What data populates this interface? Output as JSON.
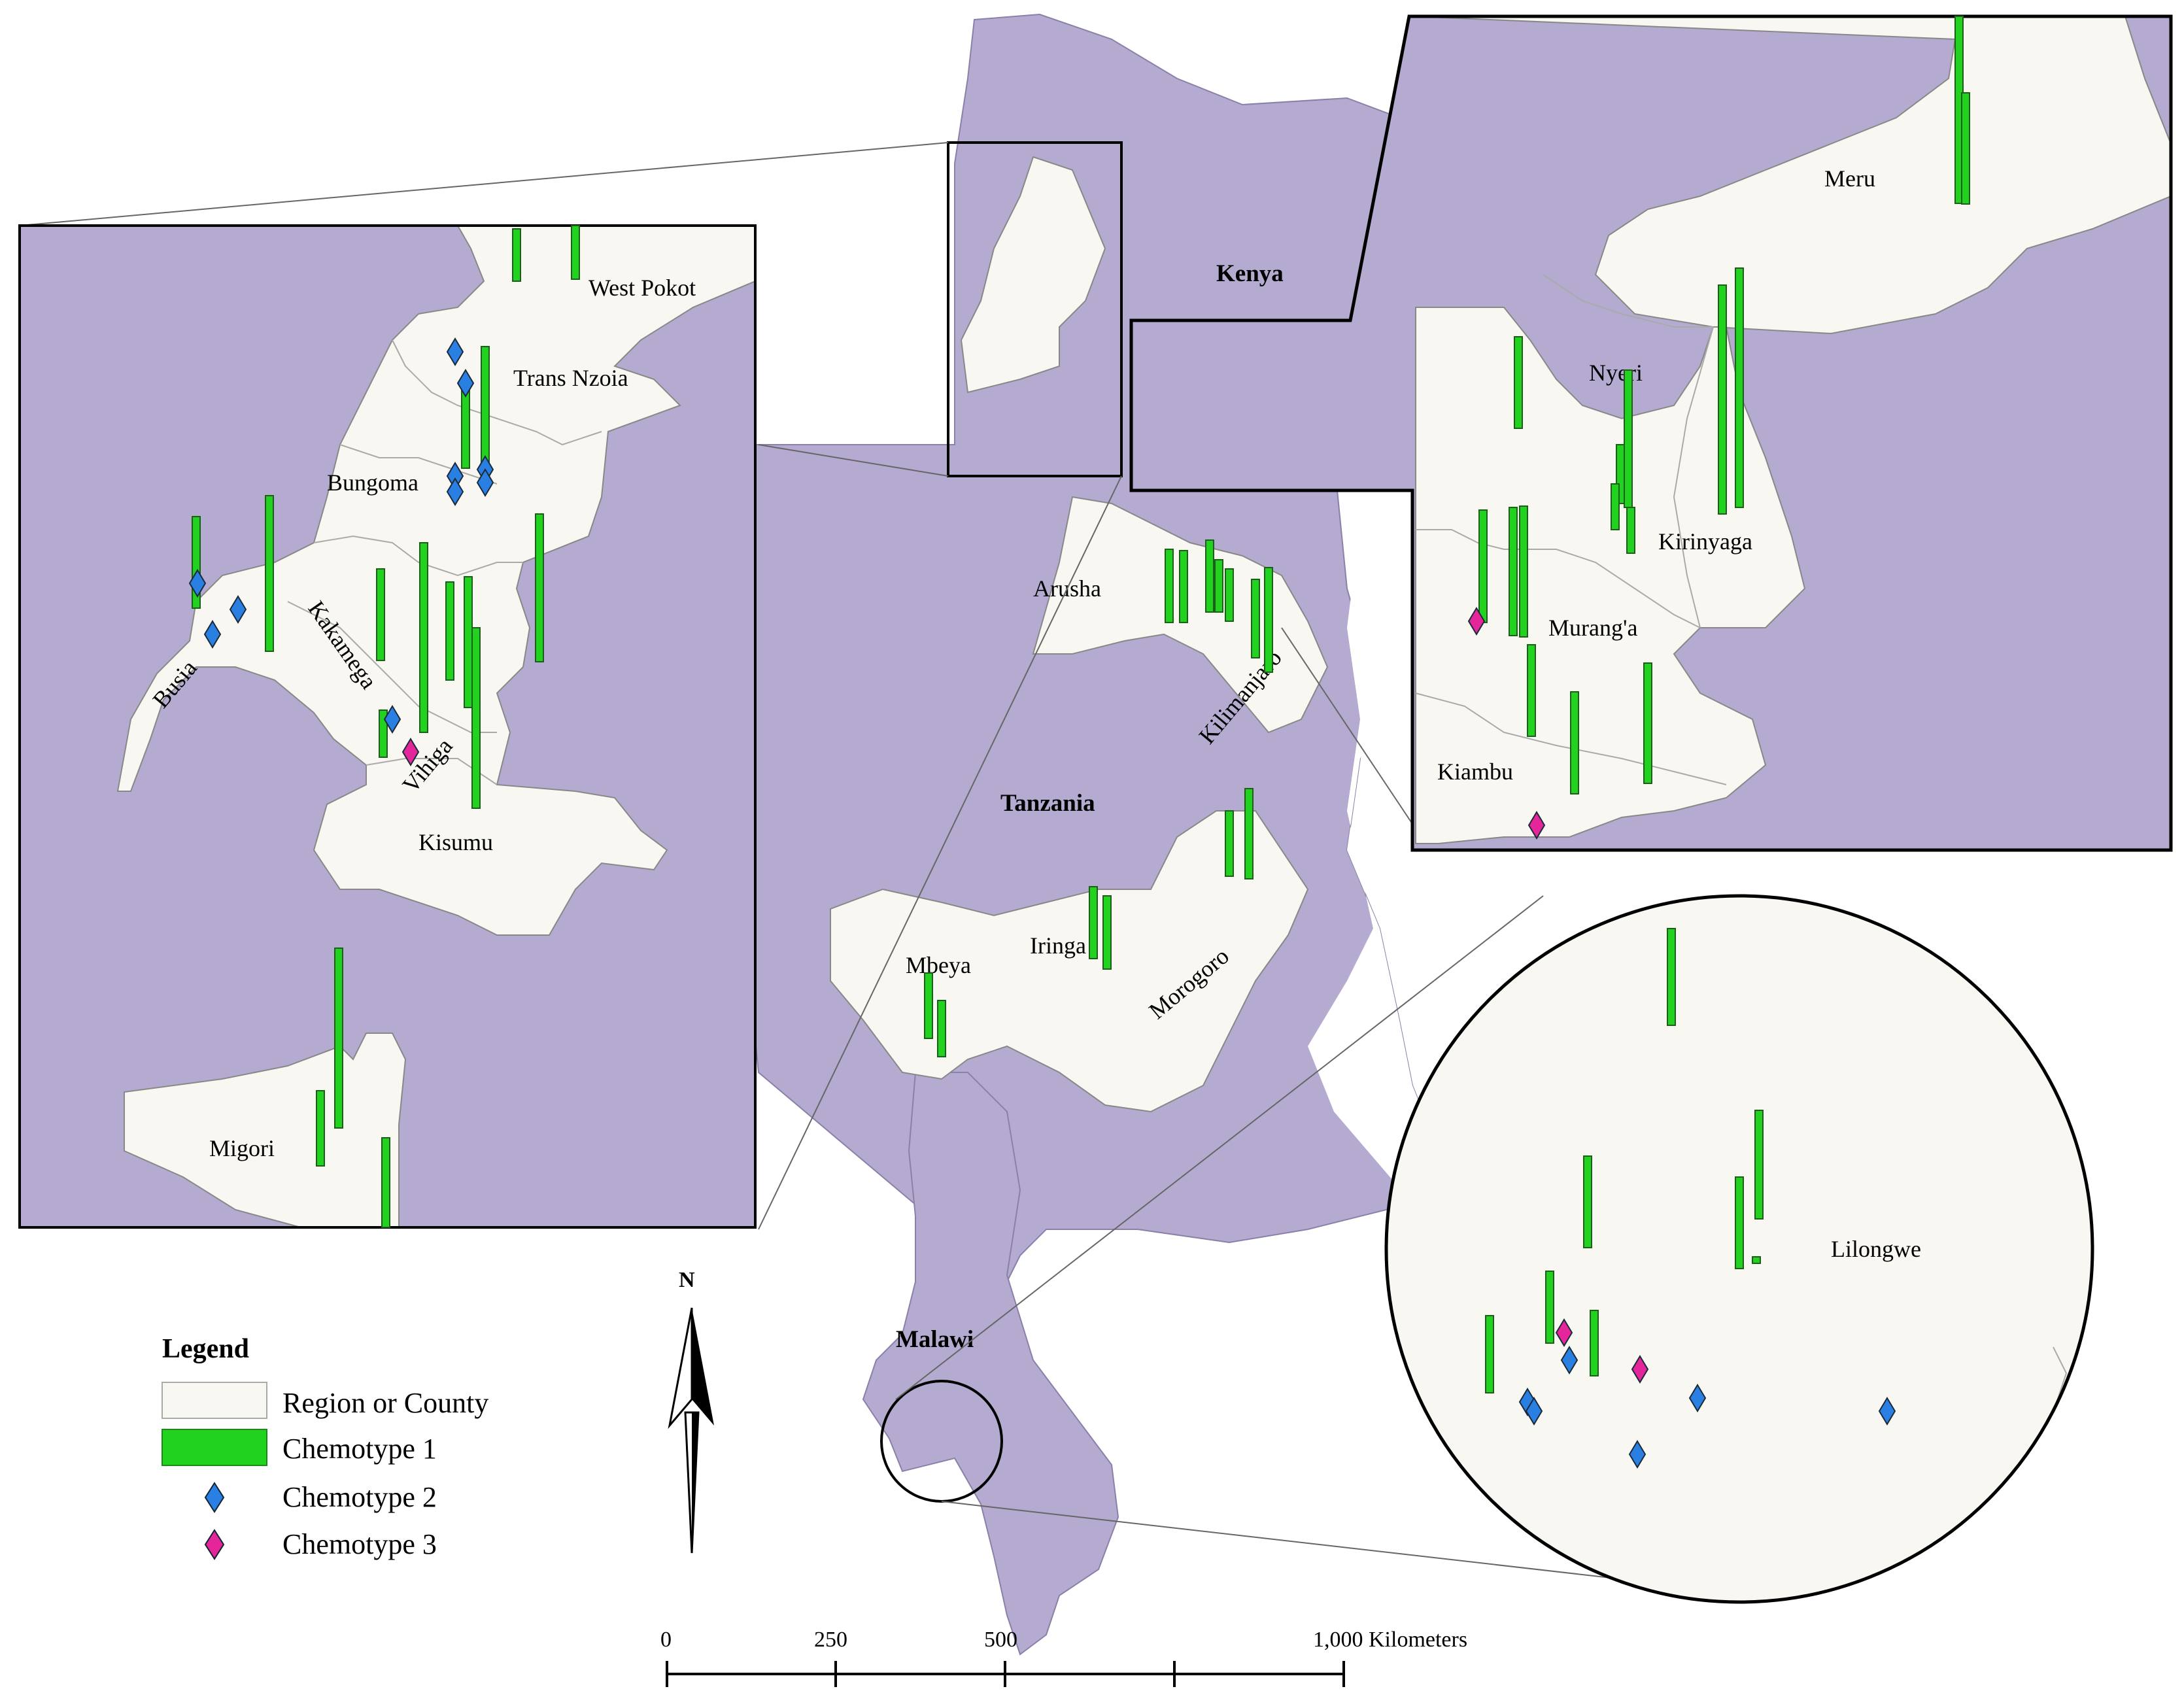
{
  "colors": {
    "water": "#b5aacf",
    "land": "#f8f7f1",
    "chemotype1": "#21d31e",
    "chemotype2": "#2a80e2",
    "chemotype3": "#e5269a",
    "outline": "#000000"
  },
  "countries": {
    "kenya": "Kenya",
    "tanzania": "Tanzania",
    "malawi": "Malawi"
  },
  "main_regions": {
    "arusha": "Arusha",
    "kilimanjaro": "Kilimanjaro",
    "mbeya": "Mbeya",
    "iringa": "Iringa",
    "morogoro": "Morogoro"
  },
  "west_kenya_inset": {
    "west_pokot": "West Pokot",
    "trans_nzoia": "Trans Nzoia",
    "bungoma": "Bungoma",
    "busia": "Busia",
    "kakamega": "Kakamega",
    "vihiga": "Vihiga",
    "kisumu": "Kisumu",
    "migori": "Migori"
  },
  "central_kenya_inset": {
    "meru": "Meru",
    "nyeri": "Nyeri",
    "kirinyaga": "Kirinyaga",
    "murang_a": "Murang'a",
    "kiambu": "Kiambu"
  },
  "malawi_inset": {
    "lilongwe": "Lilongwe"
  },
  "legend": {
    "title": "Legend",
    "items": [
      {
        "label": "Region or County",
        "symbol": "region-swatch"
      },
      {
        "label": "Chemotype 1",
        "symbol": "green-bar"
      },
      {
        "label": "Chemotype 2",
        "symbol": "blue-diamond"
      },
      {
        "label": "Chemotype 3",
        "symbol": "pink-diamond"
      }
    ]
  },
  "north_arrow": {
    "label": "N"
  },
  "scale_bar": {
    "ticks": [
      "0",
      "250",
      "500",
      "1,000 Kilometers"
    ]
  }
}
